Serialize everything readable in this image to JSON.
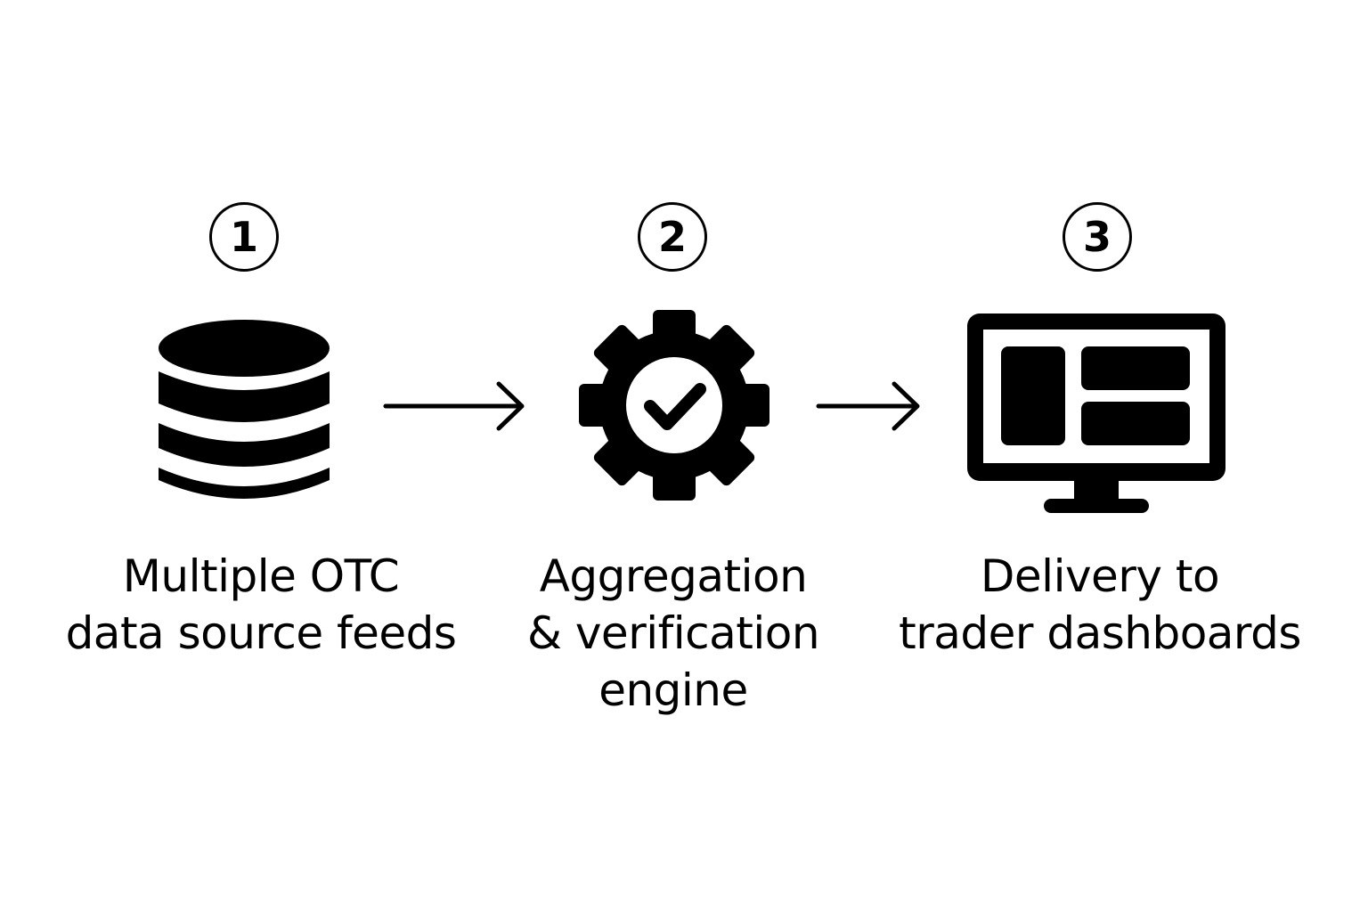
{
  "steps": [
    {
      "number": "1",
      "icon": "database-icon",
      "label_lines": [
        "Multiple OTC",
        "data source feeds"
      ]
    },
    {
      "number": "2",
      "icon": "gear-check-icon",
      "label_lines": [
        "Aggregation",
        "& verification",
        "engine"
      ]
    },
    {
      "number": "3",
      "icon": "monitor-dashboard-icon",
      "label_lines": [
        "Delivery to",
        "trader dashboards"
      ]
    }
  ],
  "colors": {
    "foreground": "#000000",
    "background": "#ffffff"
  }
}
